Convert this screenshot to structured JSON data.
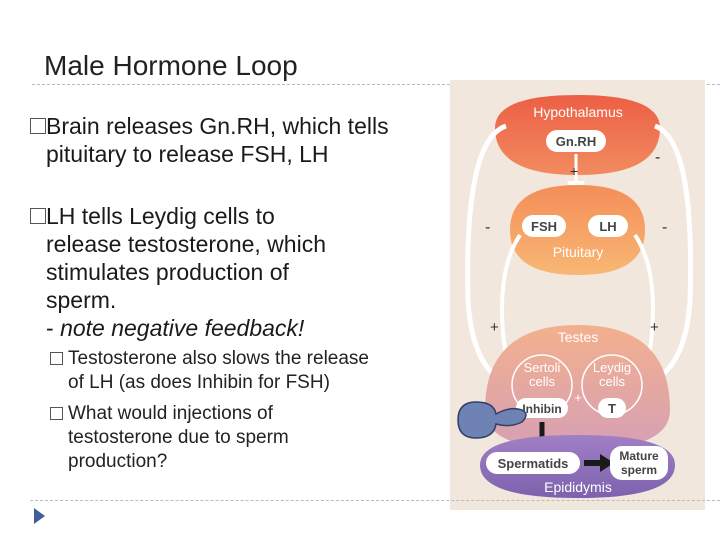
{
  "slide": {
    "title": "Male Hormone Loop",
    "bullets": [
      {
        "lines": [
          "Brain releases Gn.RH, which tells",
          "pituitary to release FSH, LH"
        ]
      },
      {
        "lines": [
          "LH tells Leydig cells to",
          "release testosterone, which",
          "stimulates production of",
          "sperm."
        ],
        "note_prefix": "- ",
        "note": "note negative feedback!"
      }
    ],
    "sub_bullets": [
      {
        "lines": [
          "Testosterone also slows the release",
          "of LH (as does Inhibin for FSH)"
        ]
      },
      {
        "lines": [
          "What would injections of",
          "testosterone due to sperm",
          "production?"
        ]
      }
    ]
  },
  "diagram": {
    "hypothalamus": "Hypothalamus",
    "gnrh": "Gn.RH",
    "pituitary": "Pituitary",
    "fsh": "FSH",
    "lh": "LH",
    "testes": "Testes",
    "sertoli_1": "Sertoli",
    "sertoli_2": "cells",
    "leydig_1": "Leydig",
    "leydig_2": "cells",
    "inhibin": "Inhibin",
    "t": "T",
    "spermatids": "Spermatids",
    "mature_1": "Mature",
    "mature_2": "sperm",
    "epididymis": "Epididymis",
    "plus": "+",
    "minus": "-"
  },
  "colors": {
    "nav_arrow": "#3f5e9b",
    "hypothalamus": "#ee6a4e",
    "pituitary": "#f6a35c",
    "testes": "#f1b895",
    "epididymis": "#8d6dbb",
    "background_panel": "#f1e7dc"
  }
}
